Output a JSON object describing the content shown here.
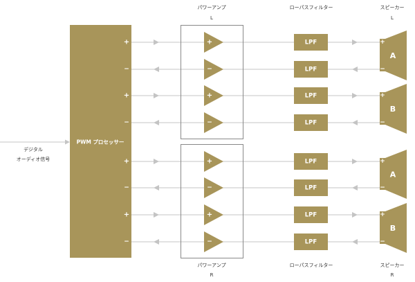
{
  "colors": {
    "gold": "#a8955a",
    "line": "#c4c4c4",
    "box": "#888888"
  },
  "input": {
    "line1": "デジタル",
    "line2": "オーディオ信号"
  },
  "processor": {
    "label": "PWM プロセッサー"
  },
  "amp_top": {
    "title": "パワーアンプ",
    "channel": "L"
  },
  "amp_bottom": {
    "title": "パワーアンプ",
    "channel": "R"
  },
  "lpf_top": {
    "title": "ローパスフィルター"
  },
  "lpf_bottom": {
    "title": "ローパスフィルター"
  },
  "speaker_top": {
    "title": "スピーカー",
    "channel": "L"
  },
  "speaker_bottom": {
    "title": "スピーカー",
    "channel": "R"
  },
  "rows": [
    {
      "sign": "+",
      "lpf": "LPF"
    },
    {
      "sign": "−",
      "lpf": "LPF"
    },
    {
      "sign": "+",
      "lpf": "LPF"
    },
    {
      "sign": "−",
      "lpf": "LPF"
    },
    {
      "sign": "+",
      "lpf": "LPF"
    },
    {
      "sign": "−",
      "lpf": "LPF"
    },
    {
      "sign": "+",
      "lpf": "LPF"
    },
    {
      "sign": "−",
      "lpf": "LPF"
    }
  ],
  "speakers": [
    {
      "label": "A",
      "plus": "+",
      "minus": "−"
    },
    {
      "label": "B",
      "plus": "+",
      "minus": "−"
    },
    {
      "label": "A",
      "plus": "+",
      "minus": "−"
    },
    {
      "label": "B",
      "plus": "+",
      "minus": "−"
    }
  ]
}
